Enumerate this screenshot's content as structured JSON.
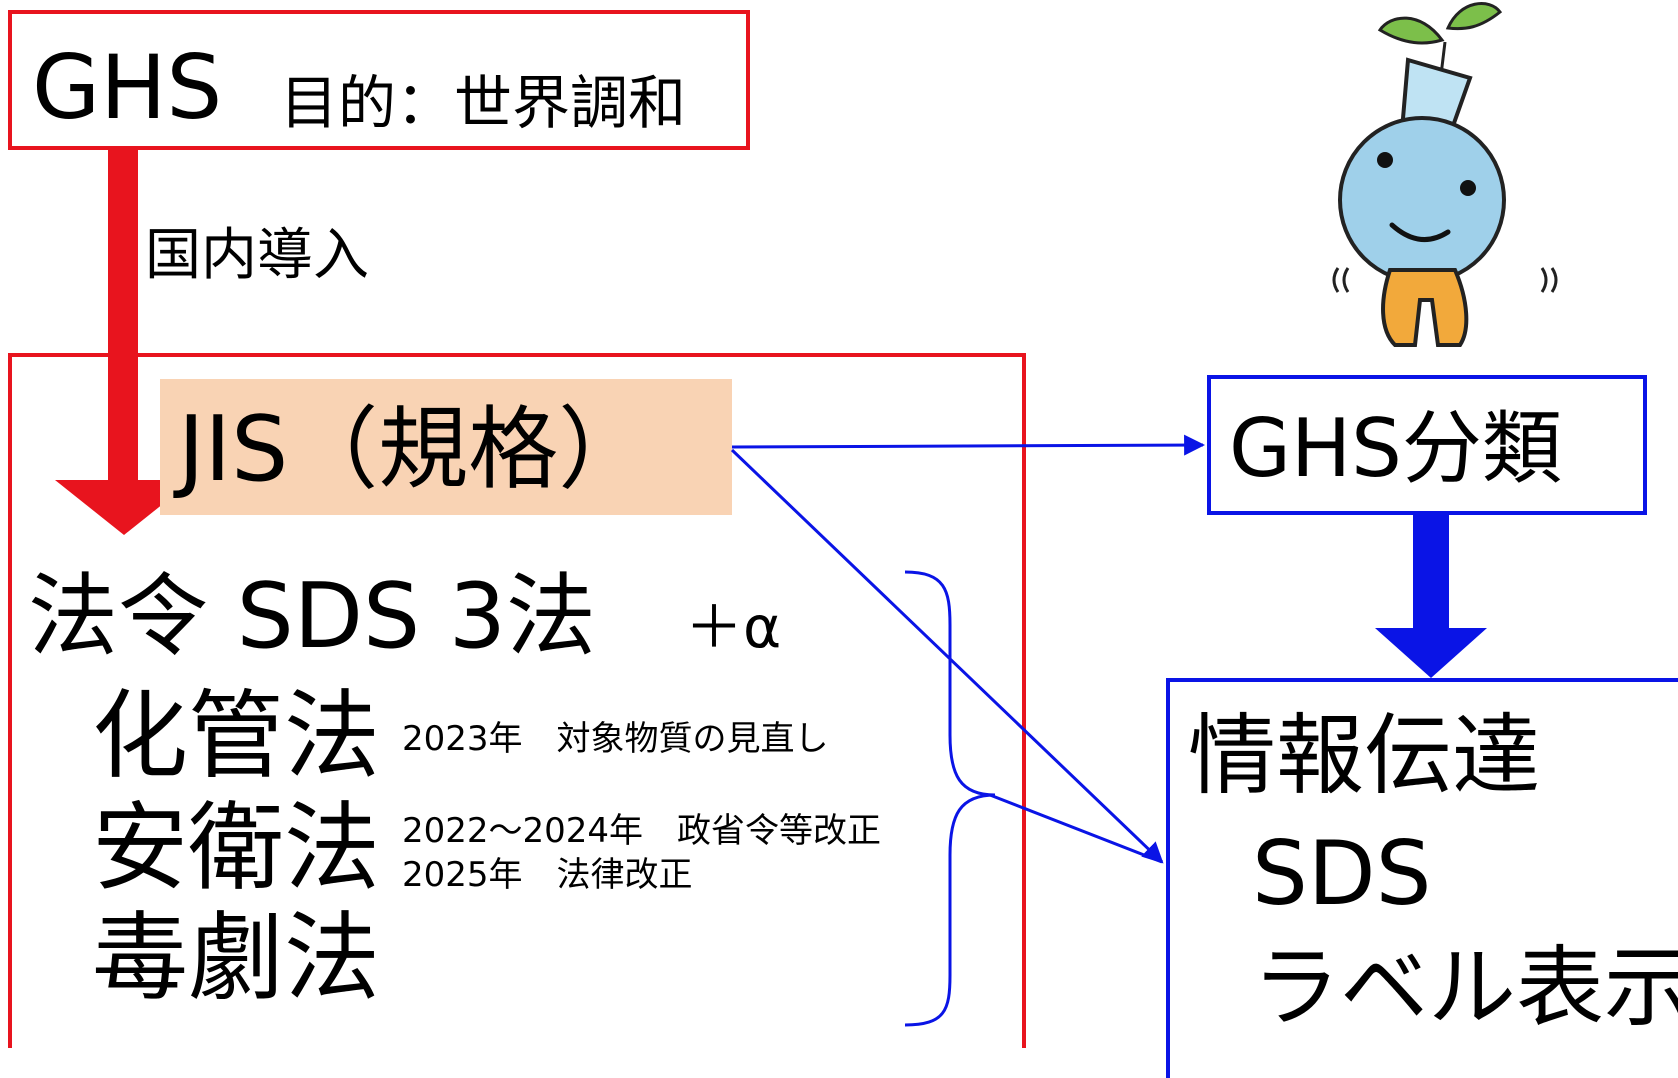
{
  "ghs_header": {
    "label": "GHS",
    "purpose": "目的：世界調和"
  },
  "domestic_label": "国内導入",
  "jis_label": "JIS（規格）",
  "laws": {
    "heading": "法令 SDS 3法",
    "plus_alpha": "＋α",
    "items": [
      {
        "name": "化管法",
        "notes": [
          "2023年　対象物質の見直し"
        ]
      },
      {
        "name": "安衛法",
        "notes": [
          "2022～2024年　政省令等改正",
          "2025年　法律改正"
        ]
      },
      {
        "name": "毒劇法",
        "notes": []
      }
    ]
  },
  "ghs_classification": "GHS分類",
  "info": {
    "title": "情報伝達",
    "lines": [
      "SDS",
      "ラベル表示"
    ]
  },
  "mascot": {
    "icon": "flask-mascot-icon"
  },
  "colors": {
    "red": "#e8141e",
    "blue": "#0a14e6",
    "jis_fill": "#f9d3b4",
    "mascot_flask": "#9fd0ea",
    "mascot_body": "#f2a93b",
    "leaf": "#7cbf4a"
  }
}
